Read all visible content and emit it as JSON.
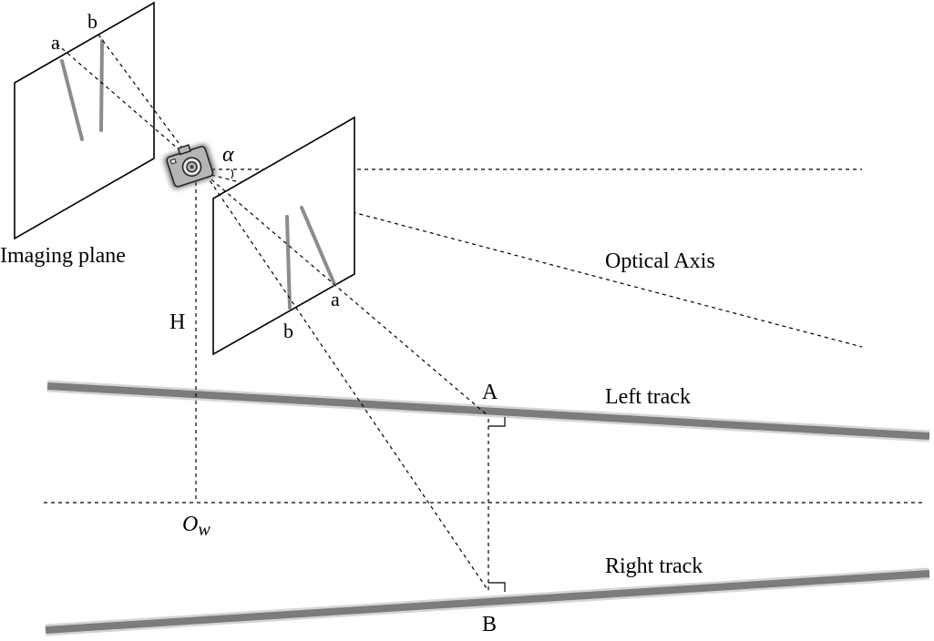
{
  "labels": {
    "point_a_back": "a",
    "point_b_back": "b",
    "point_a_front": "a",
    "point_b_front": "b",
    "angle": "α",
    "imaging_plane": "Imaging plane",
    "optical_axis": "Optical Axis",
    "height": "H",
    "point_A": "A",
    "point_B": "B",
    "left_track": "Left track",
    "right_track": "Right track",
    "origin_base": "O",
    "origin_sub": "w"
  },
  "colors": {
    "line": "#000000",
    "rail": "#7c7c7c",
    "rail_halo": "#d6d6d6",
    "image_mark": "#8c8c8c",
    "camera_body": "#b5b5b5"
  },
  "icons": {
    "camera": "camera-icon"
  }
}
